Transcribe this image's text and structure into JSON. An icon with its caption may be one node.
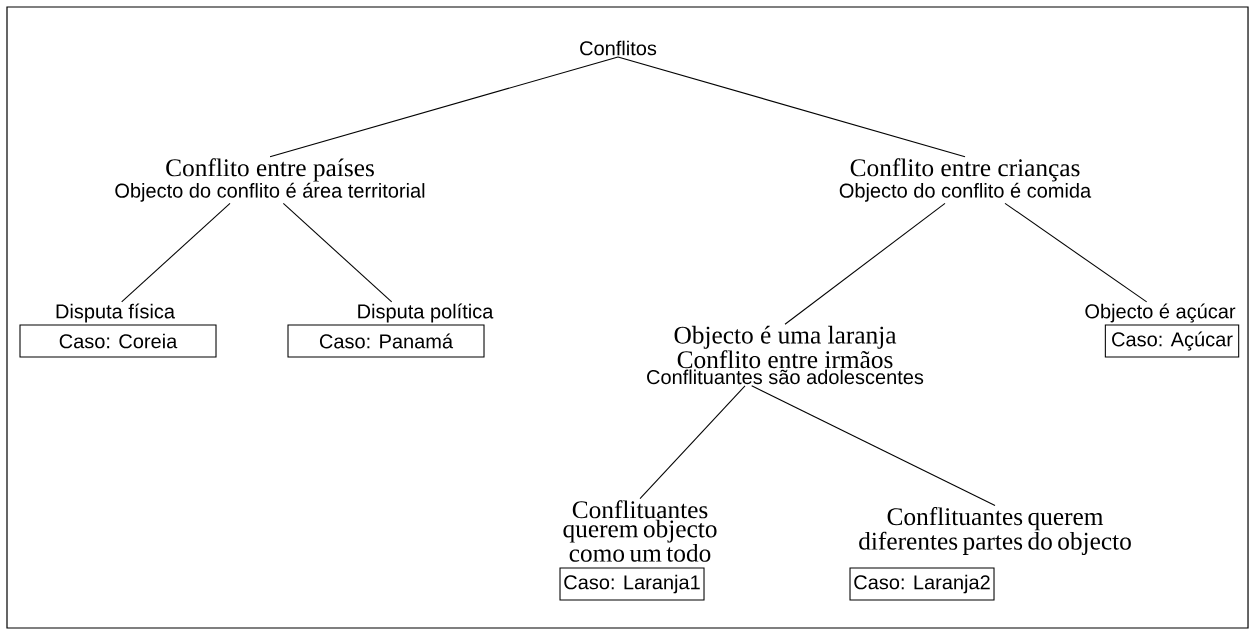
{
  "diagram": {
    "nodes": [
      {
        "text": [
          "Conflitos"
        ]
      },
      {
        "text": [
          "Conflito entre países",
          "Objecto do conflito é área territorial"
        ]
      },
      {
        "text": [
          "Conflito entre crianças",
          "Objecto do conflito é comida"
        ]
      },
      {
        "text": [
          "Disputa física"
        ]
      },
      {
        "text": [
          "Caso: Coreia"
        ]
      },
      {
        "text": [
          "Disputa política"
        ]
      },
      {
        "text": [
          "Caso: Panamá"
        ]
      },
      {
        "text": [
          "Objecto é uma laranja",
          "Conflito entre irmãos",
          "Conflituantes são adolescentes"
        ]
      },
      {
        "text": [
          "Objecto é açúcar"
        ]
      },
      {
        "text": [
          "Caso: Açúcar"
        ]
      },
      {
        "text": [
          "Conflituantes querem objecto como um todo"
        ]
      },
      {
        "text": [
          "Caso: Laranja1"
        ]
      },
      {
        "text": [
          "Conflituantes querem diferentes partes do objecto"
        ]
      },
      {
        "text": [
          "Caso: Laranja2"
        ]
      }
    ],
    "edges": [
      {
        "from": 0,
        "to": 1,
        "arrow": "none"
      },
      {
        "from": 0,
        "to": 2,
        "arrow": "none"
      },
      {
        "from": 1,
        "to": 3,
        "arrow": "none"
      },
      {
        "from": 1,
        "to": 5,
        "arrow": "none"
      },
      {
        "from": 2,
        "to": 7,
        "arrow": "none"
      },
      {
        "from": 2,
        "to": 8,
        "arrow": "none"
      },
      {
        "from": 7,
        "to": 10,
        "arrow": "none"
      },
      {
        "from": 7,
        "to": 12,
        "arrow": "none"
      }
    ]
  }
}
